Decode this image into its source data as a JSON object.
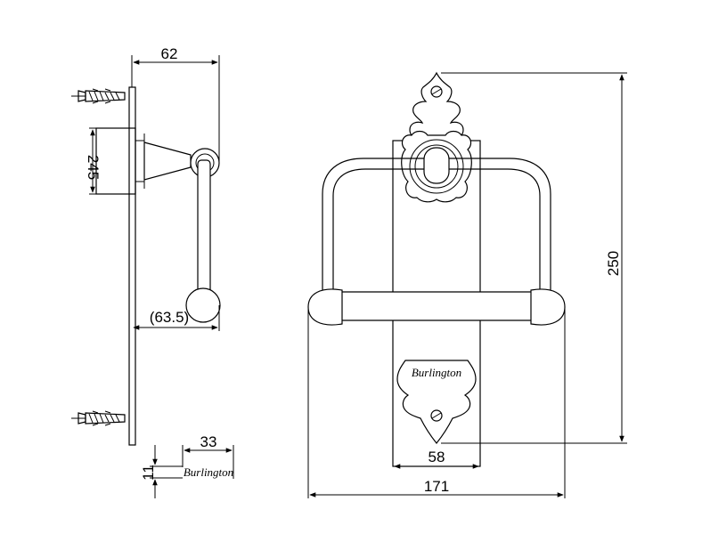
{
  "colors": {
    "line": "#000000",
    "background": "#ffffff"
  },
  "side_view": {
    "dim_depth": "62",
    "dim_rose_height": "245",
    "dim_projection": "(63.5)",
    "icons": [
      "wall-plug-screw-icon",
      "wall-plug-screw-icon"
    ]
  },
  "front_view": {
    "dim_height": "250",
    "dim_plate_width": "58",
    "dim_overall_width": "171",
    "plate_logo": "Burlington"
  },
  "logo_detail": {
    "dim_width": "33",
    "dim_height": "11",
    "logo": "Burlington"
  }
}
